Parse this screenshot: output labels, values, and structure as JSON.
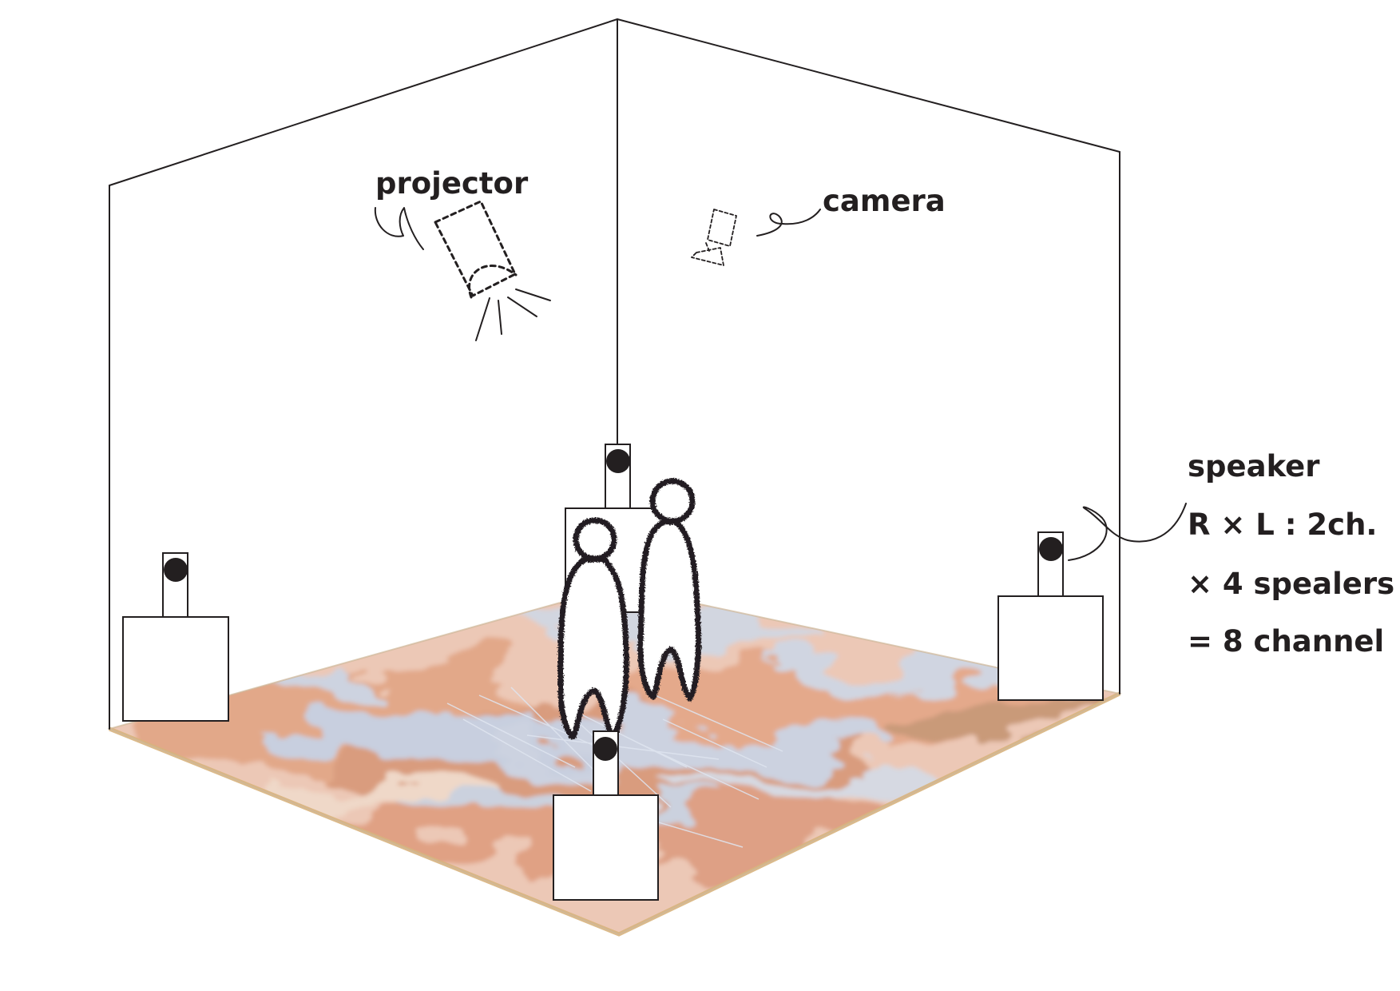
{
  "labels": {
    "projector": "projector",
    "camera": "camera",
    "speaker": "speaker",
    "speaker_line_1": "R × L : 2ch.",
    "speaker_line_2": "× 4 spealers",
    "speaker_line_3": "= 8 channel"
  },
  "colors": {
    "ink": "#231f20",
    "floor_base": "#e8c4b4",
    "floor_accent": "#e0a386",
    "floor_cool": "#c9cfdc",
    "floor_edge": "#d9b07a",
    "paper": "#ffffff"
  },
  "icons": [
    "projector-icon",
    "camera-icon",
    "speaker-icon",
    "person-icon"
  ]
}
